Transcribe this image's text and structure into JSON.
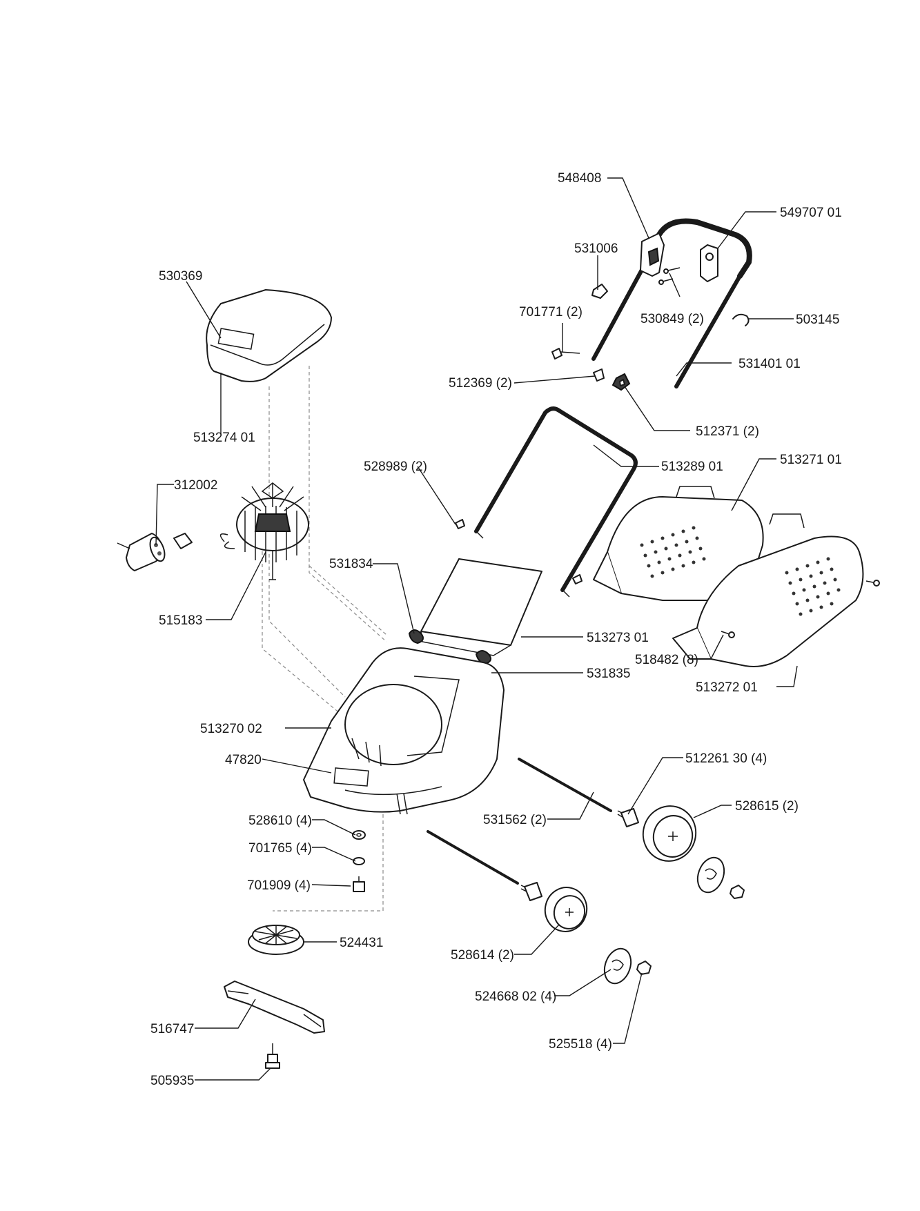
{
  "labels": {
    "p548408": "548408",
    "p549707": "549707 01",
    "p531006": "531006",
    "p530369": "530369",
    "p701771": "701771 (2)",
    "p530849": "530849 (2)",
    "p503145": "503145",
    "p512369": "512369 (2)",
    "p531401": "531401 01",
    "p513274": "513274 01",
    "p512371": "512371 (2)",
    "p528989": "528989 (2)",
    "p513289": "513289 01",
    "p513271": "513271 01",
    "p312002": "312002",
    "p531834": "531834",
    "p515183": "515183",
    "p513273": "513273 01",
    "p518482": "518482 (8)",
    "p531835": "531835",
    "p513272": "513272 01",
    "p513270": "513270 02",
    "p512261": "512261 30 (4)",
    "p47820": "47820",
    "p528615": "528615 (2)",
    "p531562": "531562 (2)",
    "p528610": "528610 (4)",
    "p701765": "701765 (4)",
    "p701909": "701909 (4)",
    "p524431": "524431",
    "p528614": "528614 (2)",
    "p524668": "524668 02 (4)",
    "p516747": "516747",
    "p525518": "525518 (4)",
    "p505935": "505935"
  }
}
